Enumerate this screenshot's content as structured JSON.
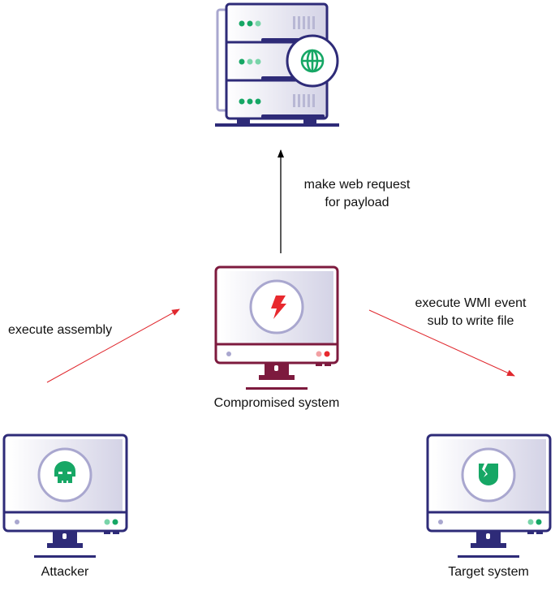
{
  "diagram": {
    "title": "",
    "colors": {
      "navy": "#2e2b78",
      "maroon": "#7d1a3e",
      "green": "#16a765",
      "green_light": "#79d4a9",
      "red": "#e8292e",
      "red_light": "#f2a0a3",
      "lavender": "#a9a7cf",
      "arrow_red": "#e0282e",
      "arrow_black": "#000000"
    },
    "nodes": [
      {
        "id": "web-server",
        "label": "",
        "icon": "server-globe-icon"
      },
      {
        "id": "compromised",
        "label": "Compromised system",
        "icon": "lightning-icon"
      },
      {
        "id": "attacker",
        "label": "Attacker",
        "icon": "skull-icon"
      },
      {
        "id": "target",
        "label": "Target system",
        "icon": "broken-shield-icon"
      }
    ],
    "edges": [
      {
        "from": "attacker",
        "to": "compromised",
        "label": "execute assembly",
        "color": "red"
      },
      {
        "from": "compromised",
        "to": "web-server",
        "label_lines": [
          "make web request",
          "for payload"
        ],
        "color": "black"
      },
      {
        "from": "compromised",
        "to": "target",
        "label_lines": [
          "execute WMI event",
          "sub to write file"
        ],
        "color": "red"
      }
    ]
  }
}
